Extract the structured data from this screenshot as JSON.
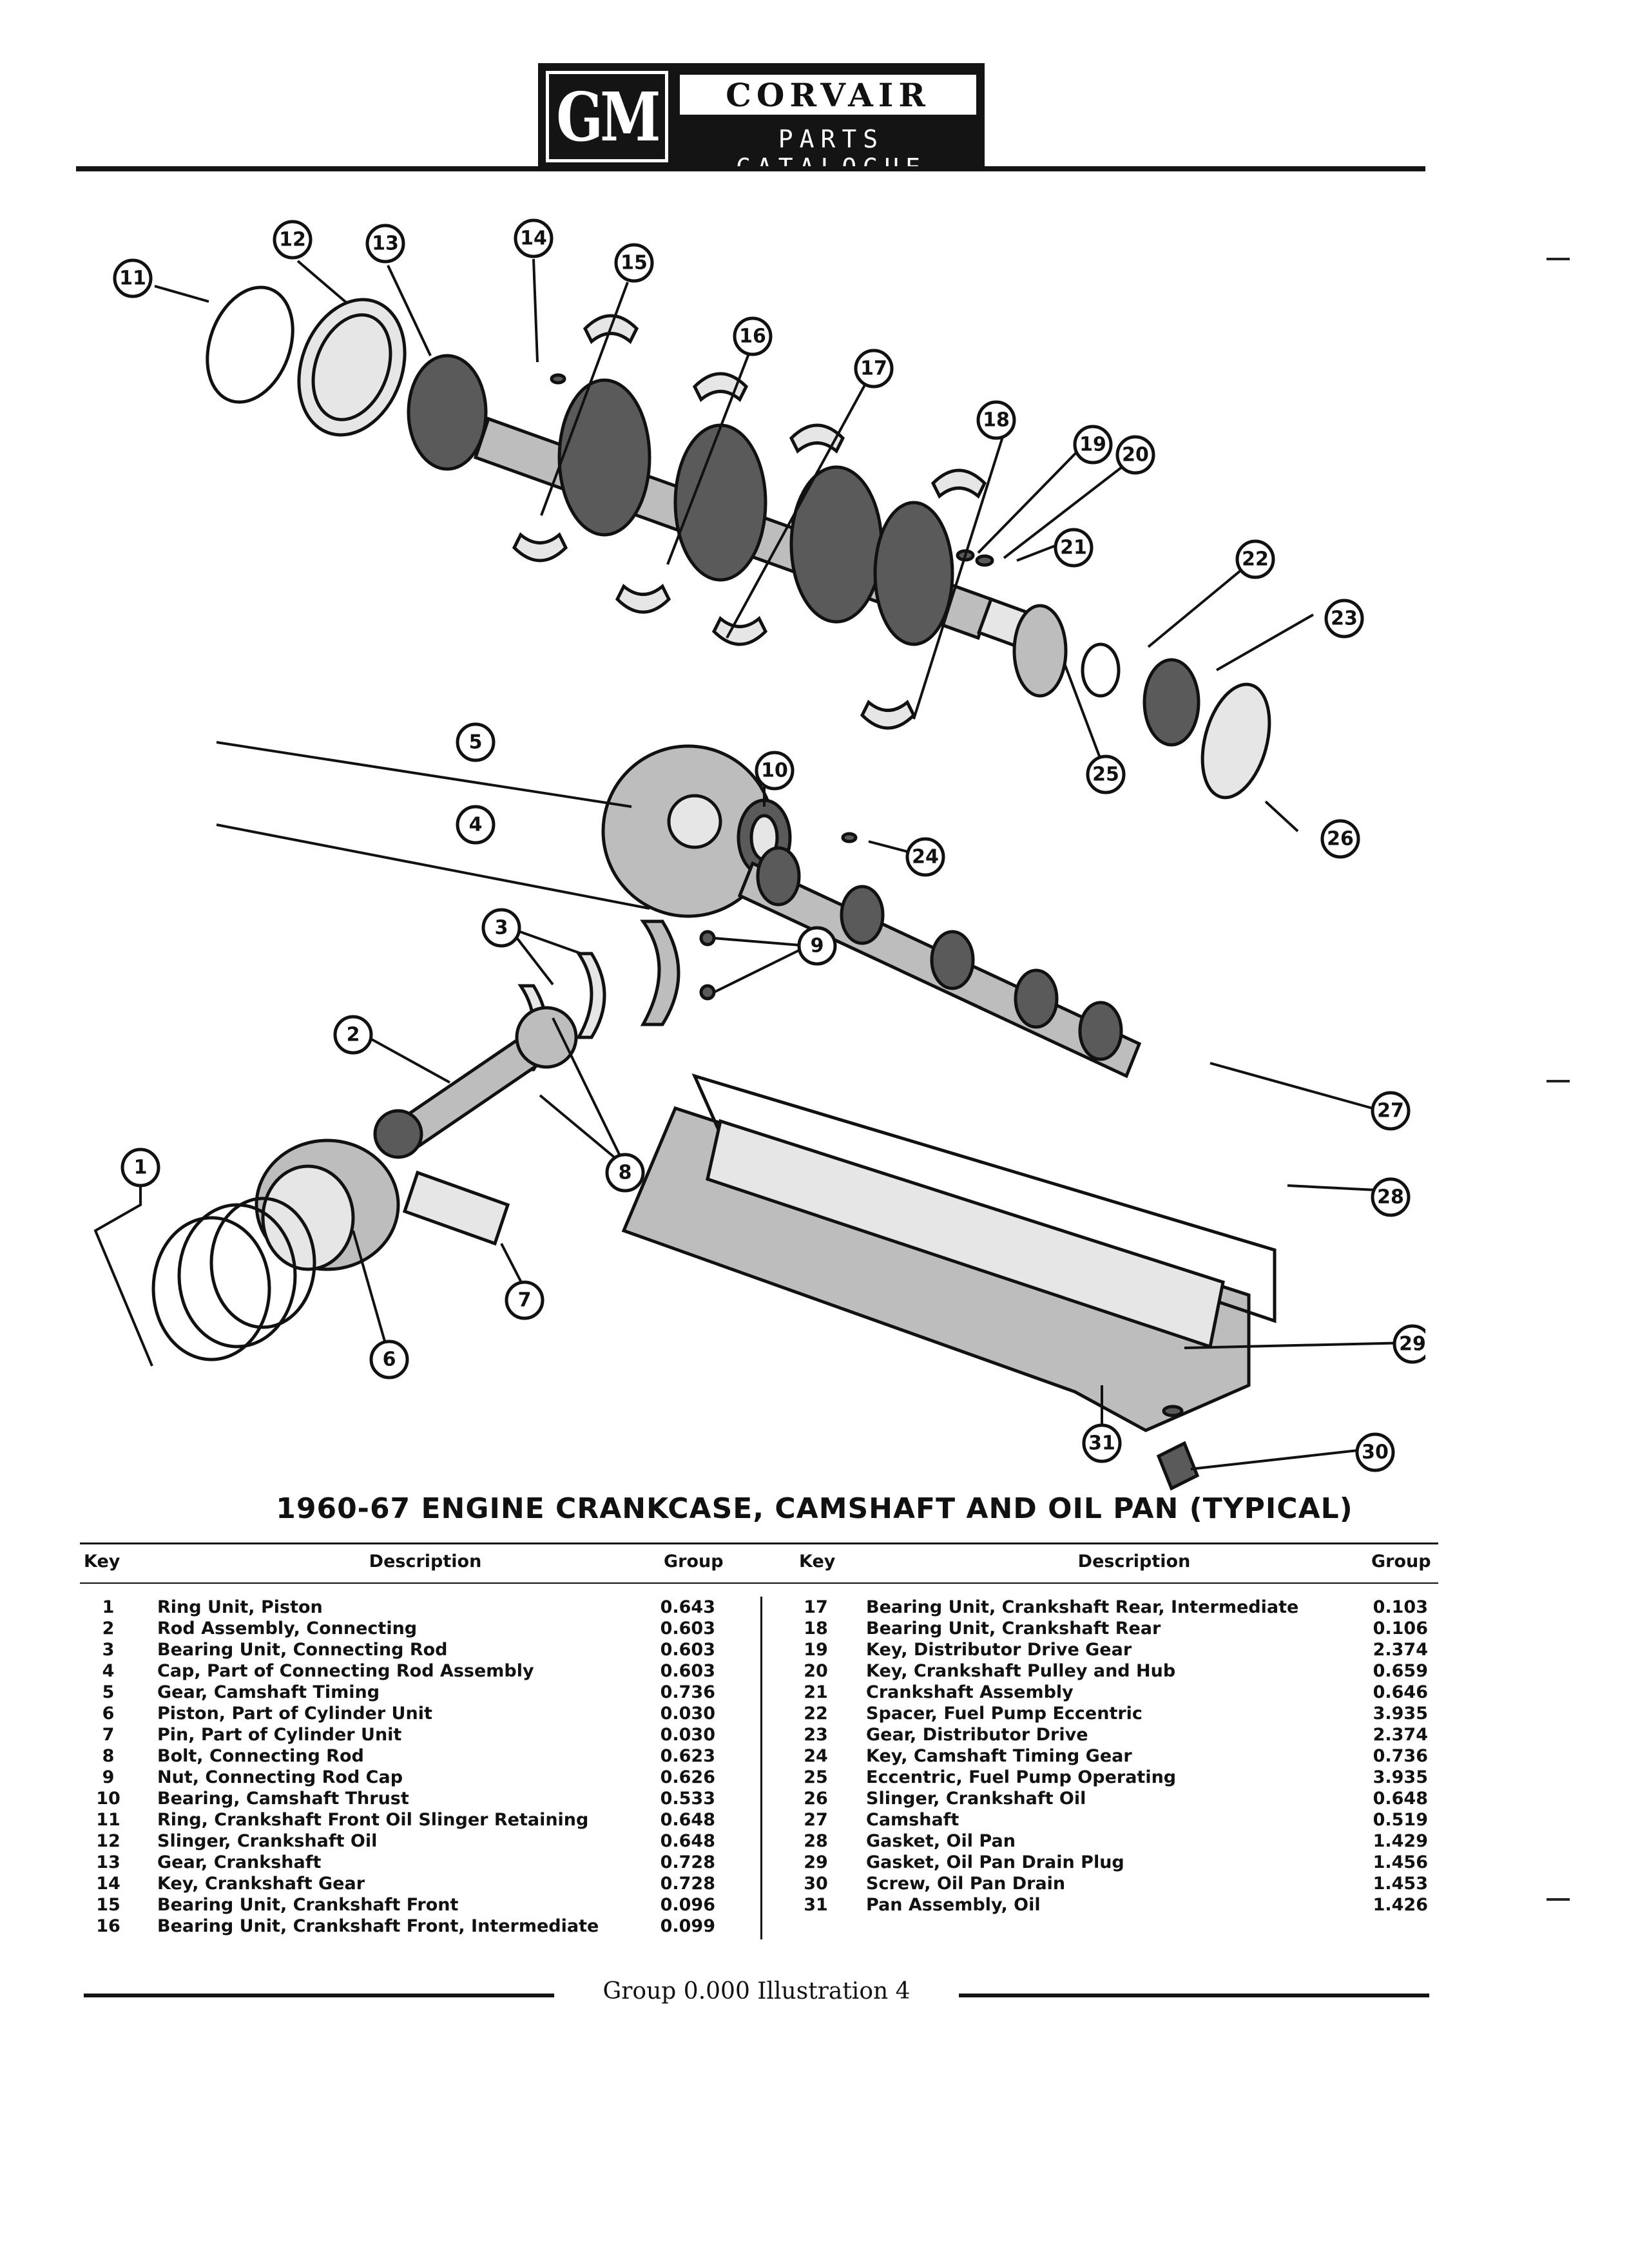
{
  "header": {
    "logo": "GM",
    "brand": "CORVAIR",
    "subtitle": "PARTS CATALOGUE"
  },
  "diagram": {
    "callouts": [
      "1",
      "2",
      "3",
      "4",
      "5",
      "6",
      "7",
      "8",
      "9",
      "10",
      "11",
      "12",
      "13",
      "14",
      "15",
      "16",
      "17",
      "18",
      "19",
      "20",
      "21",
      "22",
      "23",
      "24",
      "25",
      "26",
      "27",
      "28",
      "29",
      "30",
      "31"
    ]
  },
  "title": "1960-67 ENGINE CRANKCASE, CAMSHAFT AND OIL PAN (TYPICAL)",
  "table": {
    "headers": {
      "key": "Key",
      "description": "Description",
      "group": "Group"
    },
    "left": [
      {
        "key": "1",
        "description": "Ring Unit, Piston",
        "group": "0.643"
      },
      {
        "key": "2",
        "description": "Rod Assembly, Connecting",
        "group": "0.603"
      },
      {
        "key": "3",
        "description": "Bearing Unit, Connecting Rod",
        "group": "0.603"
      },
      {
        "key": "4",
        "description": "Cap, Part of Connecting Rod Assembly",
        "group": "0.603"
      },
      {
        "key": "5",
        "description": "Gear, Camshaft Timing",
        "group": "0.736"
      },
      {
        "key": "6",
        "description": "Piston, Part of Cylinder Unit",
        "group": "0.030"
      },
      {
        "key": "7",
        "description": "Pin, Part of Cylinder Unit",
        "group": "0.030"
      },
      {
        "key": "8",
        "description": "Bolt, Connecting Rod",
        "group": "0.623"
      },
      {
        "key": "9",
        "description": "Nut, Connecting Rod Cap",
        "group": "0.626"
      },
      {
        "key": "10",
        "description": "Bearing, Camshaft Thrust",
        "group": "0.533"
      },
      {
        "key": "11",
        "description": "Ring, Crankshaft Front Oil Slinger Retaining",
        "group": "0.648"
      },
      {
        "key": "12",
        "description": "Slinger, Crankshaft Oil",
        "group": "0.648"
      },
      {
        "key": "13",
        "description": "Gear, Crankshaft",
        "group": "0.728"
      },
      {
        "key": "14",
        "description": "Key, Crankshaft Gear",
        "group": "0.728"
      },
      {
        "key": "15",
        "description": "Bearing Unit, Crankshaft Front",
        "group": "0.096"
      },
      {
        "key": "16",
        "description": "Bearing Unit, Crankshaft Front, Intermediate",
        "group": "0.099"
      }
    ],
    "right": [
      {
        "key": "17",
        "description": "Bearing Unit, Crankshaft Rear, Intermediate",
        "group": "0.103"
      },
      {
        "key": "18",
        "description": "Bearing Unit, Crankshaft Rear",
        "group": "0.106"
      },
      {
        "key": "19",
        "description": "Key, Distributor Drive Gear",
        "group": "2.374"
      },
      {
        "key": "20",
        "description": "Key, Crankshaft Pulley and Hub",
        "group": "0.659"
      },
      {
        "key": "21",
        "description": "Crankshaft Assembly",
        "group": "0.646"
      },
      {
        "key": "22",
        "description": "Spacer, Fuel Pump Eccentric",
        "group": "3.935"
      },
      {
        "key": "23",
        "description": "Gear, Distributor Drive",
        "group": "2.374"
      },
      {
        "key": "24",
        "description": "Key, Camshaft Timing Gear",
        "group": "0.736"
      },
      {
        "key": "25",
        "description": "Eccentric, Fuel Pump Operating",
        "group": "3.935"
      },
      {
        "key": "26",
        "description": "Slinger, Crankshaft Oil",
        "group": "0.648"
      },
      {
        "key": "27",
        "description": "Camshaft",
        "group": "0.519"
      },
      {
        "key": "28",
        "description": "Gasket, Oil Pan",
        "group": "1.429"
      },
      {
        "key": "29",
        "description": "Gasket, Oil Pan Drain Plug",
        "group": "1.456"
      },
      {
        "key": "30",
        "description": "Screw, Oil Pan Drain",
        "group": "1.453"
      },
      {
        "key": "31",
        "description": "Pan Assembly, Oil",
        "group": "1.426"
      }
    ]
  },
  "footer": "Group 0.000 Illustration 4"
}
